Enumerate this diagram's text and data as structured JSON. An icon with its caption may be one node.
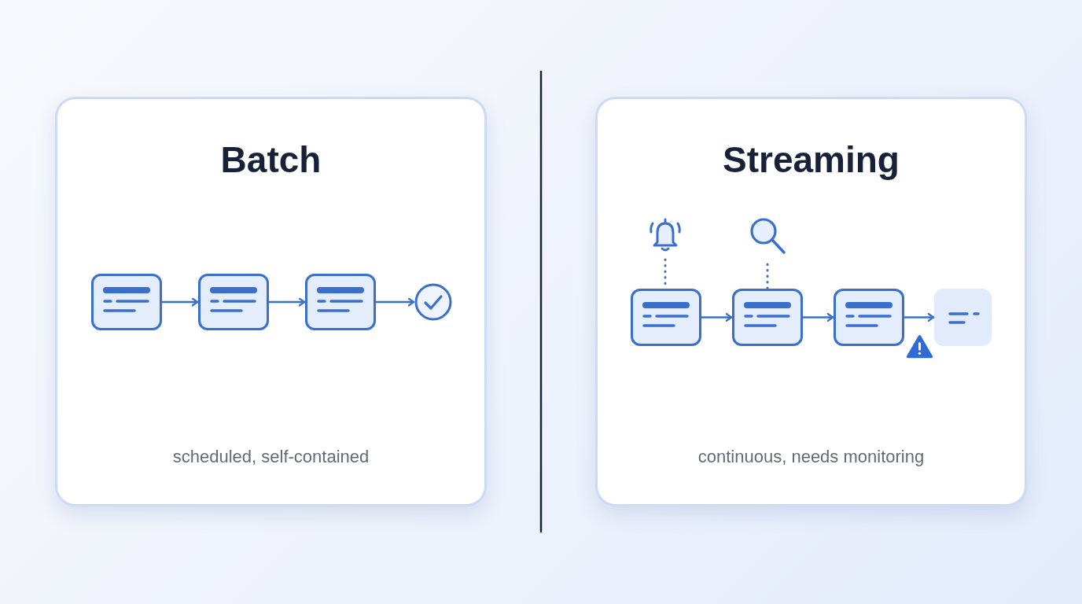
{
  "diagram": {
    "nodes": [
      {
        "text": [
          "Batch",
          "scheduled, self-contained"
        ]
      },
      {
        "text": [],
        "shape": "box",
        "in": 0
      },
      {
        "text": [],
        "shape": "box",
        "in": 0
      },
      {
        "text": [],
        "shape": "box",
        "in": 0
      },
      {
        "text": [],
        "shape": "circle",
        "in": 0
      },
      {
        "text": [
          "Streaming",
          "continuous, needs monitoring"
        ]
      },
      {
        "text": [],
        "shape": "bell",
        "in": 5
      },
      {
        "text": [],
        "shape": "magnifier",
        "in": 5
      },
      {
        "text": [],
        "shape": "box",
        "in": 5
      },
      {
        "text": [],
        "shape": "box",
        "in": 5
      },
      {
        "text": [],
        "shape": "box",
        "in": 5
      },
      {
        "text": [],
        "shape": "box",
        "in": 5
      }
    ],
    "edges": [
      {
        "from": 1,
        "to": 2,
        "arrow": "to"
      },
      {
        "from": 2,
        "to": 3,
        "arrow": "to"
      },
      {
        "from": 3,
        "to": 4,
        "arrow": "to"
      },
      {
        "from": 6,
        "to": 8,
        "arrow": "none",
        "style": "dashed"
      },
      {
        "from": 7,
        "to": 9,
        "arrow": "none",
        "style": "dashed"
      },
      {
        "from": 8,
        "to": 9,
        "arrow": "to"
      },
      {
        "from": 9,
        "to": 10,
        "arrow": "to"
      },
      {
        "from": 10,
        "to": 11,
        "arrow": "to"
      }
    ]
  }
}
